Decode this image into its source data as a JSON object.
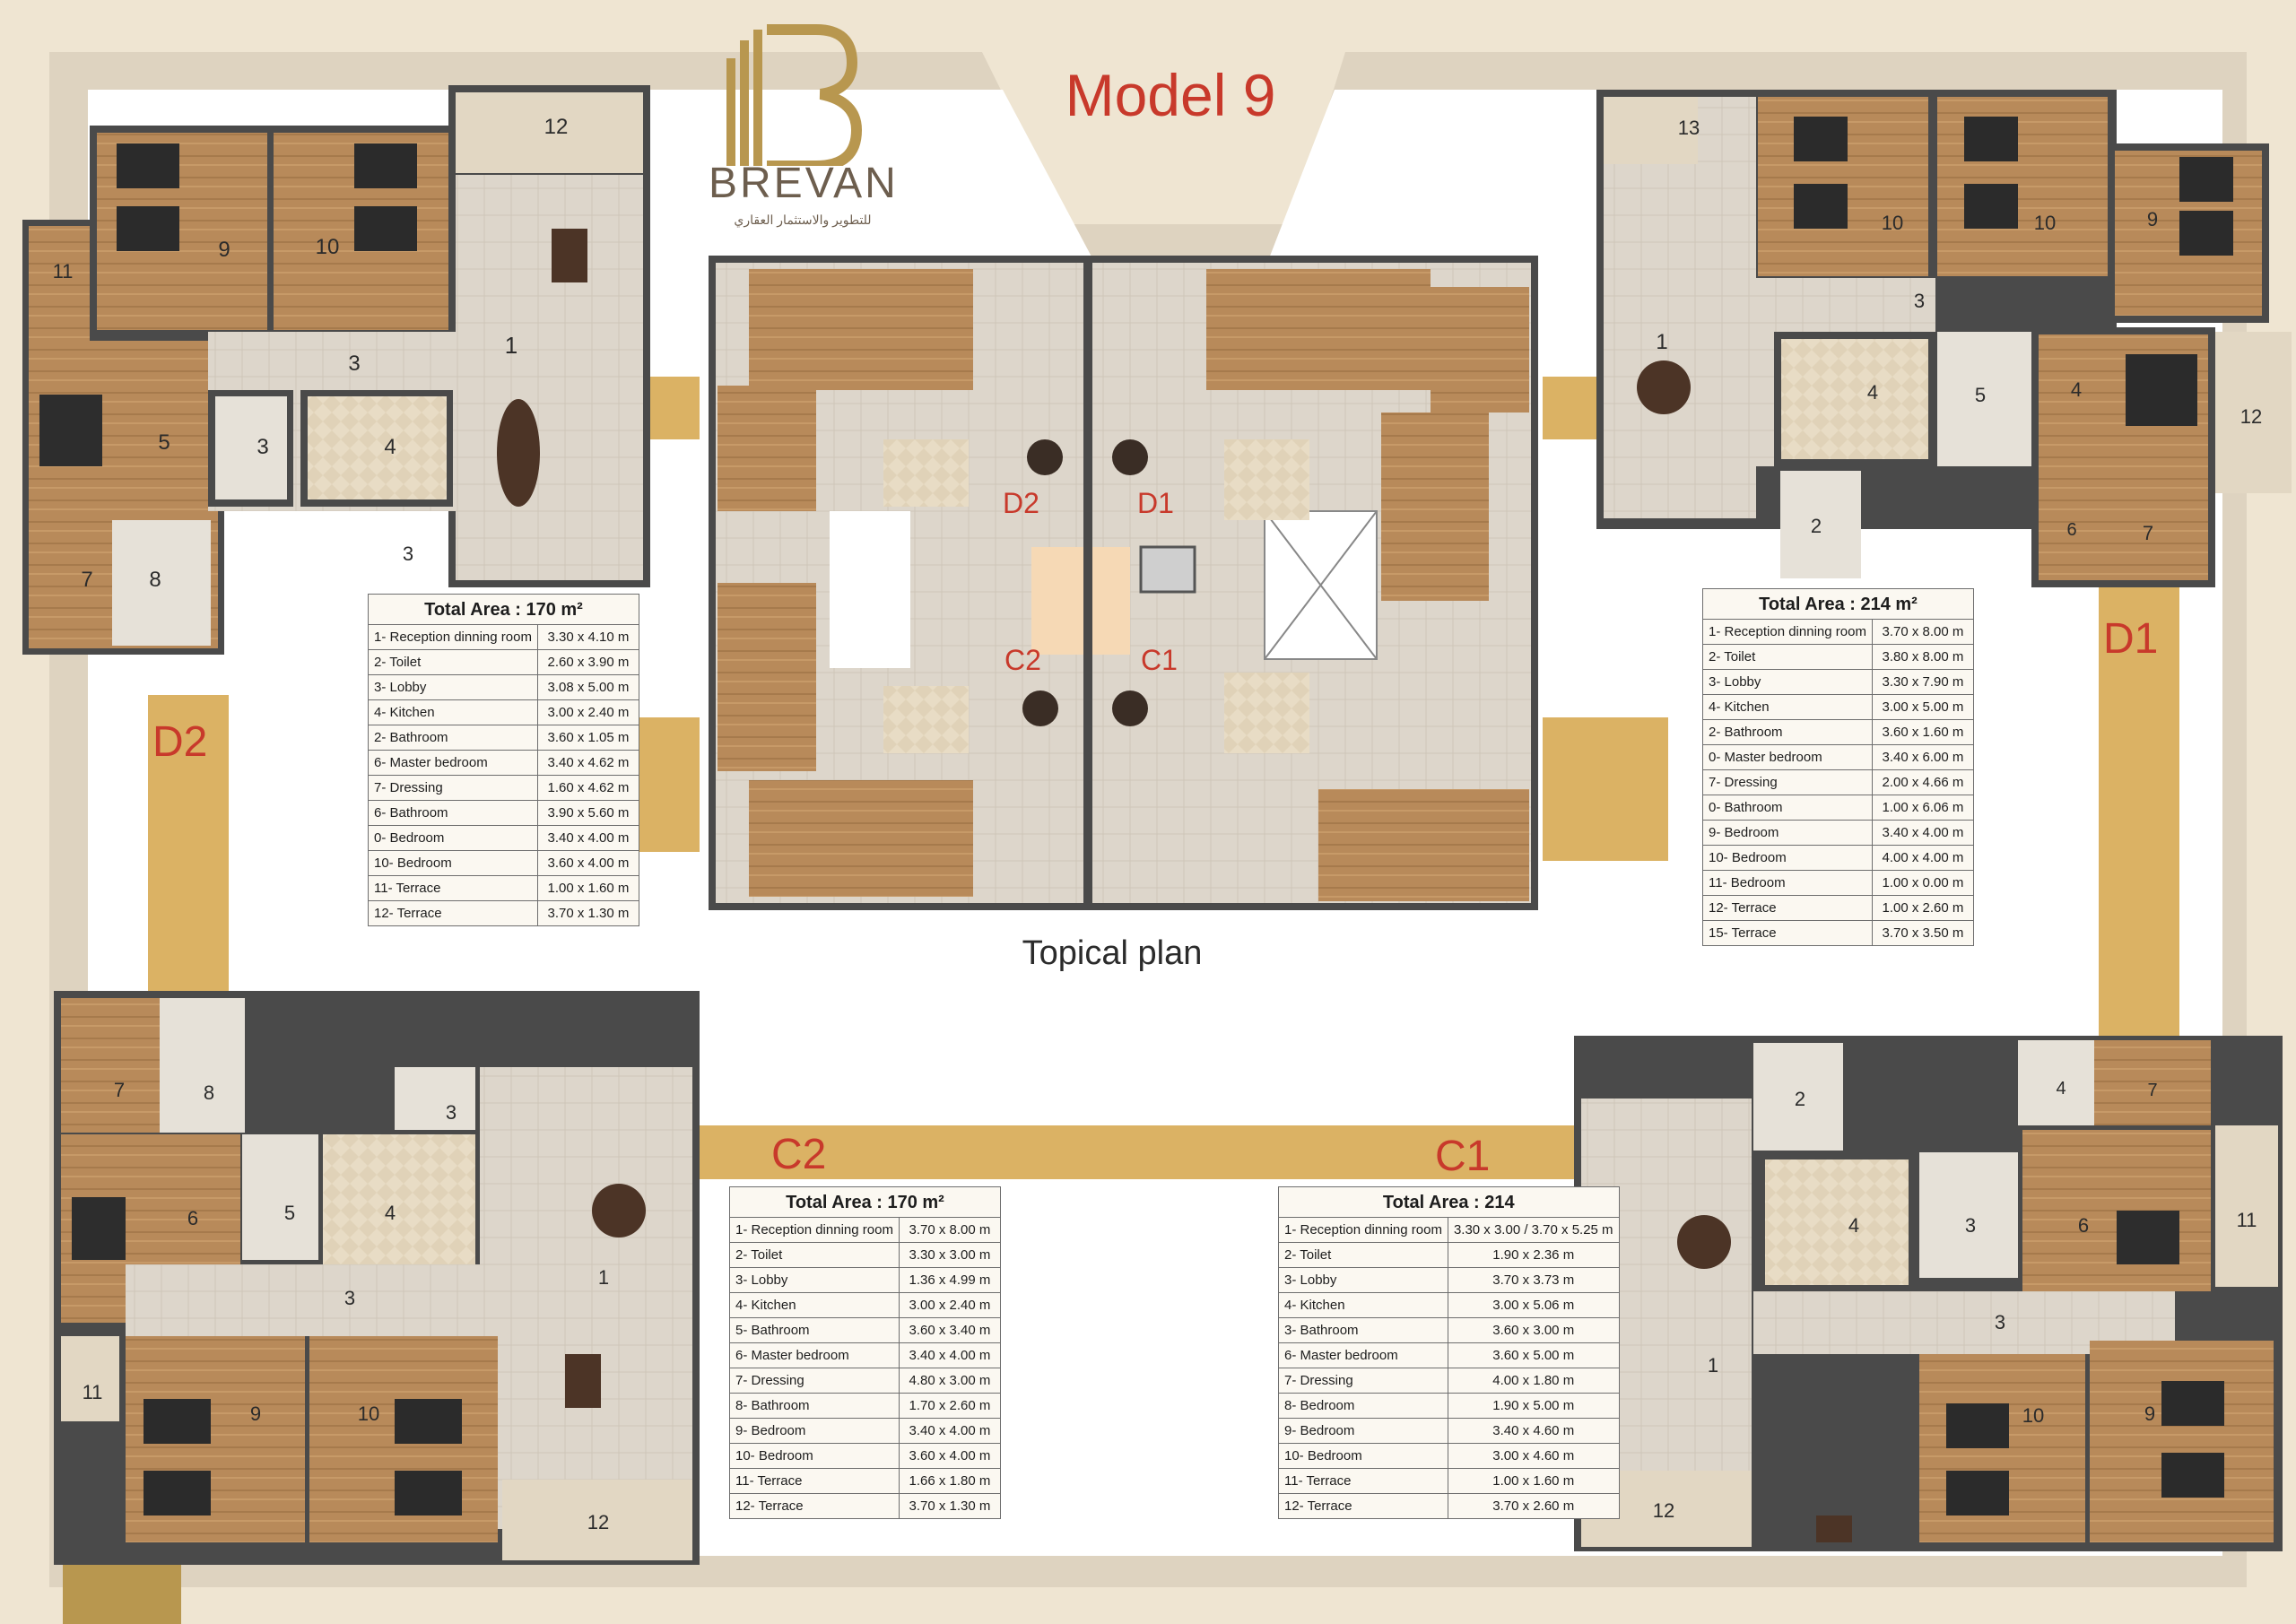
{
  "title": "Model 9",
  "brand": {
    "name": "BREVAN",
    "tagline": "للتطوير والاستثمار العقاري"
  },
  "topical_plan_label": "Topical plan",
  "topical_unit_labels": [
    "D2",
    "D1",
    "C2",
    "C1"
  ],
  "unit_labels": {
    "D2": "D2",
    "D1": "D1",
    "C2": "C2",
    "C1": "C1"
  },
  "units": {
    "D2": {
      "total_area": "Total Area : 170 m²",
      "rooms": [
        {
          "name": "1- Reception dinning room",
          "dims": "3.30 x 4.10 m"
        },
        {
          "name": "2- Toilet",
          "dims": "2.60 x 3.90 m"
        },
        {
          "name": "3- Lobby",
          "dims": "3.08 x 5.00 m"
        },
        {
          "name": "4- Kitchen",
          "dims": "3.00 x 2.40 m"
        },
        {
          "name": "2- Bathroom",
          "dims": "3.60 x 1.05 m"
        },
        {
          "name": "6- Master bedroom",
          "dims": "3.40 x 4.62 m"
        },
        {
          "name": "7- Dressing",
          "dims": "1.60 x 4.62 m"
        },
        {
          "name": "6- Bathroom",
          "dims": "3.90 x 5.60 m"
        },
        {
          "name": "0- Bedroom",
          "dims": "3.40 x 4.00 m"
        },
        {
          "name": "10- Bedroom",
          "dims": "3.60 x 4.00 m"
        },
        {
          "name": "11- Terrace",
          "dims": "1.00 x 1.60 m"
        },
        {
          "name": "12- Terrace",
          "dims": "3.70 x 1.30 m"
        }
      ]
    },
    "D1": {
      "total_area": "Total Area : 214 m²",
      "rooms": [
        {
          "name": "1- Reception dinning room",
          "dims": "3.70 x 8.00 m"
        },
        {
          "name": "2- Toilet",
          "dims": "3.80 x 8.00 m"
        },
        {
          "name": "3- Lobby",
          "dims": "3.30 x 7.90 m"
        },
        {
          "name": "4- Kitchen",
          "dims": "3.00 x 5.00 m"
        },
        {
          "name": "2- Bathroom",
          "dims": "3.60 x 1.60 m"
        },
        {
          "name": "0- Master bedroom",
          "dims": "3.40 x 6.00 m"
        },
        {
          "name": "7- Dressing",
          "dims": "2.00 x 4.66 m"
        },
        {
          "name": "0- Bathroom",
          "dims": "1.00 x 6.06 m"
        },
        {
          "name": "9- Bedroom",
          "dims": "3.40 x 4.00 m"
        },
        {
          "name": "10- Bedroom",
          "dims": "4.00 x 4.00 m"
        },
        {
          "name": "11- Bedroom",
          "dims": "1.00 x 0.00 m"
        },
        {
          "name": "12- Terrace",
          "dims": "1.00 x 2.60 m"
        },
        {
          "name": "15- Terrace",
          "dims": "3.70 x 3.50 m"
        }
      ]
    },
    "C2": {
      "total_area": "Total Area : 170 m²",
      "rooms": [
        {
          "name": "1- Reception dinning room",
          "dims": "3.70 x 8.00 m"
        },
        {
          "name": "2- Toilet",
          "dims": "3.30 x 3.00 m"
        },
        {
          "name": "3- Lobby",
          "dims": "1.36 x 4.99 m"
        },
        {
          "name": "4- Kitchen",
          "dims": "3.00 x 2.40 m"
        },
        {
          "name": "5- Bathroom",
          "dims": "3.60 x 3.40 m"
        },
        {
          "name": "6- Master bedroom",
          "dims": "3.40 x 4.00 m"
        },
        {
          "name": "7- Dressing",
          "dims": "4.80 x 3.00 m"
        },
        {
          "name": "8- Bathroom",
          "dims": "1.70 x 2.60 m"
        },
        {
          "name": "9- Bedroom",
          "dims": "3.40 x 4.00 m"
        },
        {
          "name": "10- Bedroom",
          "dims": "3.60 x 4.00 m"
        },
        {
          "name": "11- Terrace",
          "dims": "1.66 x 1.80 m"
        },
        {
          "name": "12- Terrace",
          "dims": "3.70 x 1.30 m"
        }
      ]
    },
    "C1": {
      "total_area": "Total Area : 214",
      "rooms": [
        {
          "name": "1- Reception dinning room",
          "dims": "3.30 x 3.00 / 3.70 x 5.25 m"
        },
        {
          "name": "2- Toilet",
          "dims": "1.90 x 2.36 m"
        },
        {
          "name": "3- Lobby",
          "dims": "3.70 x 3.73 m"
        },
        {
          "name": "4- Kitchen",
          "dims": "3.00 x 5.06 m"
        },
        {
          "name": "3- Bathroom",
          "dims": "3.60 x 3.00 m"
        },
        {
          "name": "6- Master bedroom",
          "dims": "3.60 x 5.00 m"
        },
        {
          "name": "7- Dressing",
          "dims": "4.00 x 1.80 m"
        },
        {
          "name": "8- Bedroom",
          "dims": "1.90 x 5.00 m"
        },
        {
          "name": "9- Bedroom",
          "dims": "3.40 x 4.60 m"
        },
        {
          "name": "10- Bedroom",
          "dims": "3.00 x 4.60 m"
        },
        {
          "name": "11- Terrace",
          "dims": "1.00 x 1.60 m"
        },
        {
          "name": "12- Terrace",
          "dims": "3.70 x 2.60 m"
        }
      ]
    }
  },
  "room_numbers": {
    "D2": [
      "12",
      "9",
      "10",
      "11",
      "3",
      "1",
      "5",
      "3",
      "4",
      "3",
      "7",
      "8"
    ],
    "D1": [
      "13",
      "10",
      "10",
      "9",
      "3",
      "1",
      "4",
      "5",
      "4",
      "12",
      "2",
      "6",
      "7"
    ],
    "C2": [
      "7",
      "8",
      "3",
      "6",
      "5",
      "4",
      "1",
      "3",
      "11",
      "9",
      "10",
      "12"
    ],
    "C1": [
      "2",
      "4",
      "7",
      "4",
      "3",
      "6",
      "11",
      "1",
      "3",
      "10",
      "9",
      "12"
    ]
  }
}
